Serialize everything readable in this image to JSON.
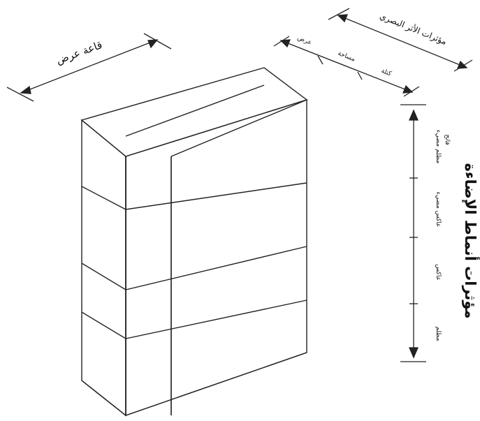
{
  "labels": {
    "hall": "قاعة عرض",
    "visual_effect_indicators": "مؤثرات الأثر البصري",
    "lighting_pattern_indicators": "مؤثرات أنماط الإضاءة",
    "effect_mass": "كتلة",
    "effect_space": "مساحة",
    "effect_display": "عرض",
    "pattern_dark": "مظلم",
    "pattern_reflective": "عاكس",
    "pattern_reflective_bright": "عاكس مضيء",
    "pattern_dark_bright": "مظلم مضيء",
    "pattern_light": "فاتح"
  }
}
